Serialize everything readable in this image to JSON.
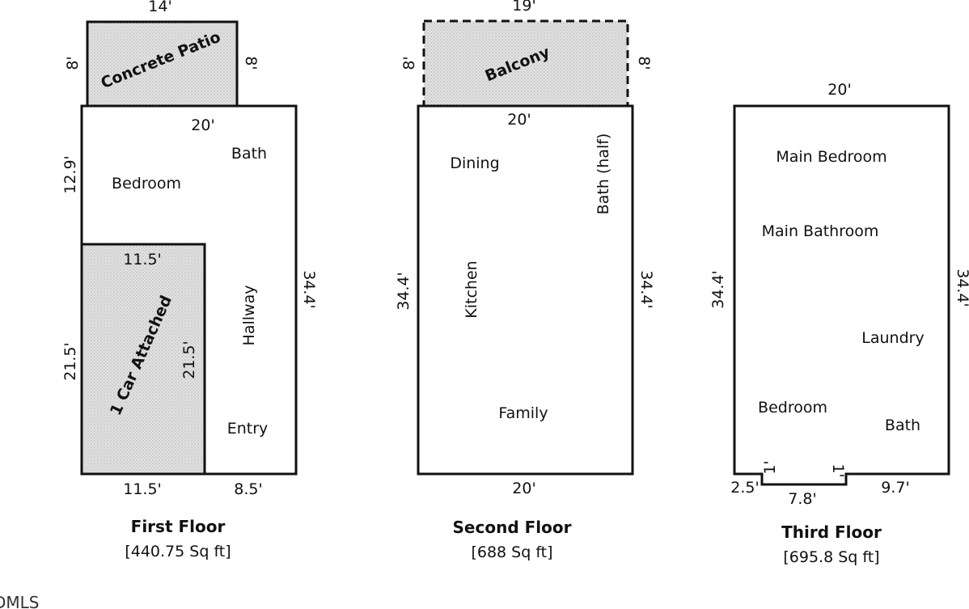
{
  "first_floor": {
    "name": "First Floor",
    "area": "[440.75 Sq ft]",
    "patio": {
      "label": "Concrete Patio",
      "width": "14'",
      "left_depth": "8'",
      "right_depth": "8'"
    },
    "top_width": "20'",
    "bedroom_depth": "12.9'",
    "garage_depth_left": "21.5'",
    "garage_depth_inner": "21.5'",
    "total_depth": "34.4'",
    "garage_top_width": "11.5'",
    "garage_label": "1 Car Attached",
    "bottom_left": "11.5'",
    "bottom_right": "8.5'",
    "rooms": {
      "bath": "Bath",
      "bedroom": "Bedroom",
      "hallway": "Hallway",
      "entry": "Entry"
    }
  },
  "second_floor": {
    "name": "Second Floor",
    "area": "[688 Sq ft]",
    "balcony": {
      "label": "Balcony",
      "width": "19'",
      "left_depth": "8'",
      "right_depth": "8'"
    },
    "top_width": "20'",
    "bottom_width": "20'",
    "left_depth": "34.4'",
    "right_depth": "34.4'",
    "rooms": {
      "dining": "Dining",
      "bath_half": "Bath (half)",
      "kitchen": "Kitchen",
      "family": "Family"
    }
  },
  "third_floor": {
    "name": "Third Floor",
    "area": "[695.8 Sq ft]",
    "top_width": "20'",
    "left_depth": "34.4'",
    "right_depth": "34.4'",
    "bottom_left": "2.5'",
    "bottom_mid": "7.8'",
    "bottom_right": "9.7'",
    "notch_left": "1'",
    "notch_right": "1'",
    "rooms": {
      "main_bedroom": "Main Bedroom",
      "main_bathroom": "Main Bathroom",
      "laundry": "Laundry",
      "bedroom": "Bedroom",
      "bath": "Bath"
    }
  },
  "watermark": "DMLS"
}
